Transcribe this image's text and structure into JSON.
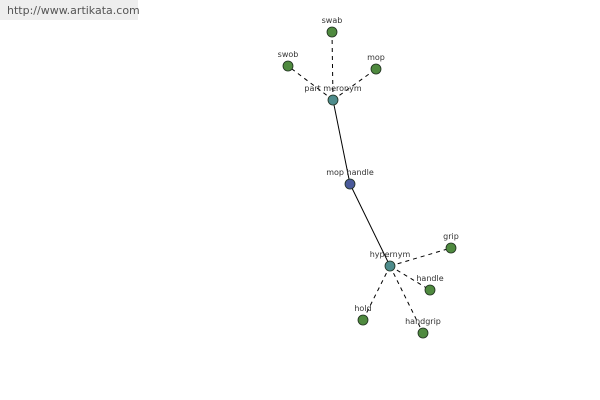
{
  "source": {
    "url_text": "http://www.artikata.com"
  },
  "colors": {
    "center_node": "#4a5a9a",
    "relation_node": "#4e8c8c",
    "word_node": "#4f8a3f",
    "node_stroke": "#1e2e1e",
    "edge": "#000000"
  },
  "graph": {
    "center": {
      "id": "center",
      "label": "mop handle",
      "kind": "center"
    },
    "relations": [
      {
        "id": "part-meronym",
        "label": "part meronym",
        "kind": "relation",
        "words": [
          {
            "id": "swab",
            "label": "swab"
          },
          {
            "id": "swob",
            "label": "swob"
          },
          {
            "id": "mop",
            "label": "mop"
          }
        ]
      },
      {
        "id": "hypernym",
        "label": "hypernym",
        "kind": "relation",
        "words": [
          {
            "id": "grip",
            "label": "grip"
          },
          {
            "id": "handle",
            "label": "handle"
          },
          {
            "id": "hold",
            "label": "hold"
          },
          {
            "id": "handgrip",
            "label": "handgrip"
          }
        ]
      }
    ]
  }
}
